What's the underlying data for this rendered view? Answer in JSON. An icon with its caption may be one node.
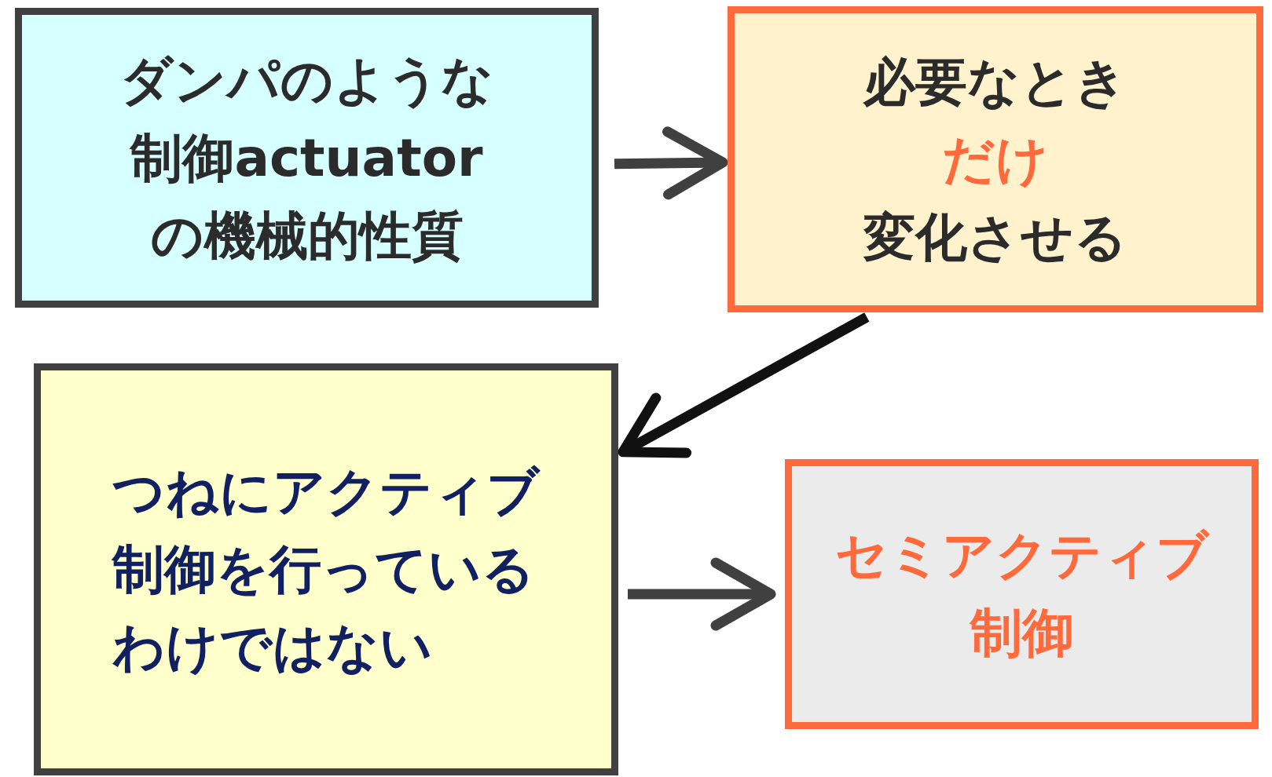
{
  "diagram": {
    "nodes": [
      {
        "text": [
          "ダンパのような制御actuatorの機械的性質"
        ]
      },
      {
        "text": [
          "必要なとき",
          "だけ",
          "変化させる"
        ]
      },
      {
        "text": [
          "つねにアクティブ制御を行っているわけではない"
        ]
      },
      {
        "text": [
          "セミアクティブ制御"
        ]
      }
    ],
    "edges": [
      {
        "from": 0,
        "to": 1,
        "arrow": "to"
      },
      {
        "from": 1,
        "to": 2,
        "arrow": "to",
        "color": "#111111"
      },
      {
        "from": 2,
        "to": 3,
        "arrow": "to"
      }
    ]
  }
}
